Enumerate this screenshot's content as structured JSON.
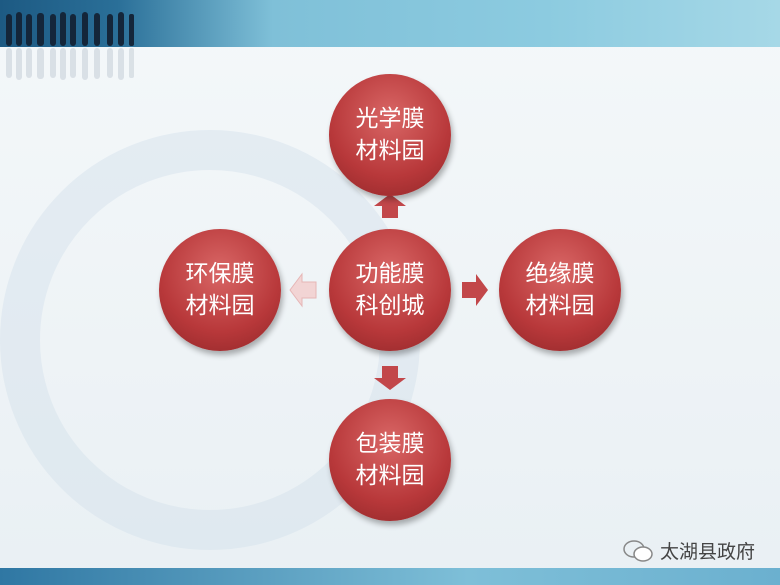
{
  "diagram": {
    "center": {
      "line1": "功能膜",
      "line2": "科创城"
    },
    "top": {
      "line1": "光学膜",
      "line2": "材料园"
    },
    "left": {
      "line1": "环保膜",
      "line2": "材料园"
    },
    "right": {
      "line1": "绝缘膜",
      "line2": "材料园"
    },
    "bottom": {
      "line1": "包装膜",
      "line2": "材料园"
    }
  },
  "footer": {
    "source": "太湖县政府",
    "icon": "wechat-icon"
  },
  "colors": {
    "circle": "#b8383a",
    "arrow": "#c2474a",
    "banner": "#7fc0d8"
  }
}
